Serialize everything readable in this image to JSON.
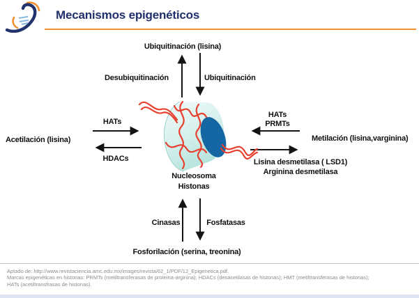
{
  "header": {
    "title": "Mecanismos epigenéticos",
    "logo_name": "revista-ciencia-s-logo"
  },
  "diagram": {
    "top": {
      "title": "Ubiquitinación (lisina)",
      "up_arrow_label": "Desubiquitinación",
      "down_arrow_label": "Ubiquitinación"
    },
    "left": {
      "title": "Acetilación (lisina)",
      "to_nucleosome_label": "HATs",
      "from_nucleosome_label": "HDACs"
    },
    "right": {
      "title": "Metilación (lisina,varginina)",
      "to_nucleosome_label_line1": "HATs",
      "to_nucleosome_label_line2": "PRMTs",
      "from_nucleosome_line1": "Lisina desmetilasa ( LSD1)",
      "from_nucleosome_line2": "Arginina desmetilasa"
    },
    "bottom": {
      "title": "Fosforilación (serina, treonina)",
      "up_arrow_label": "Cinasas",
      "down_arrow_label": "Fosfatasas"
    },
    "center": {
      "line1": "Nucleosoma",
      "line2": "Histonas"
    }
  },
  "footer": {
    "line1": "Aptado de: http://www.revistaciencia.amc.edu.mx/images/revista/62_1/PDF/12_Epigenetica.pdf.",
    "line2": "Marcas epigenéticas en histonas: PRMTs (metiltransferasas de proteina-arginina); HDACs (desacetilasas de histonas); HMT (metiltransferasas de histonas);",
    "line3": "HATs (acetiltransfrasas de histonas)."
  },
  "colors": {
    "title": "#202f6d",
    "accent": "#f0922f",
    "text": "#101010",
    "arrow": "#141414",
    "dna": "#e8402e",
    "histone-face": "#1467a2",
    "logo-navy": "#23336e",
    "logo-orange": "#f0922f",
    "logo-blue": "#85b7dc",
    "divider": "#c4c4c4",
    "footer-text": "#8c8c8c",
    "bottom-strip": "#dde4f1"
  }
}
